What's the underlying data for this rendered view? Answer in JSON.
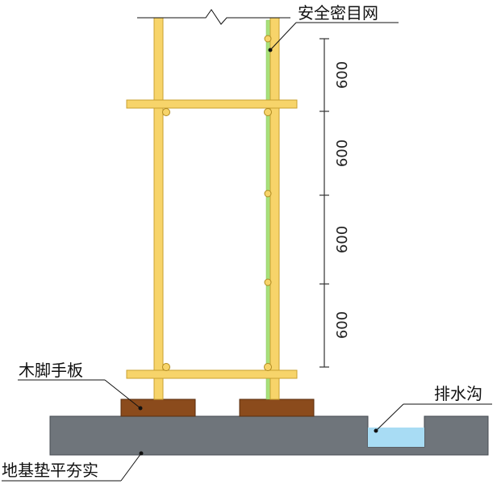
{
  "labels": {
    "safety_net": "安全密目网",
    "wood_board": "木脚手板",
    "drain": "排水沟",
    "foundation": "地基垫平夯实"
  },
  "dimensions": [
    "600",
    "600",
    "600",
    "600"
  ],
  "colors": {
    "pole": "#f7d46a",
    "pole_edge": "#c9a030",
    "net": "#a8e07a",
    "board": "#8b4b1c",
    "ground": "#6f757b",
    "water": "#a8dcf4",
    "line": "#111111"
  }
}
